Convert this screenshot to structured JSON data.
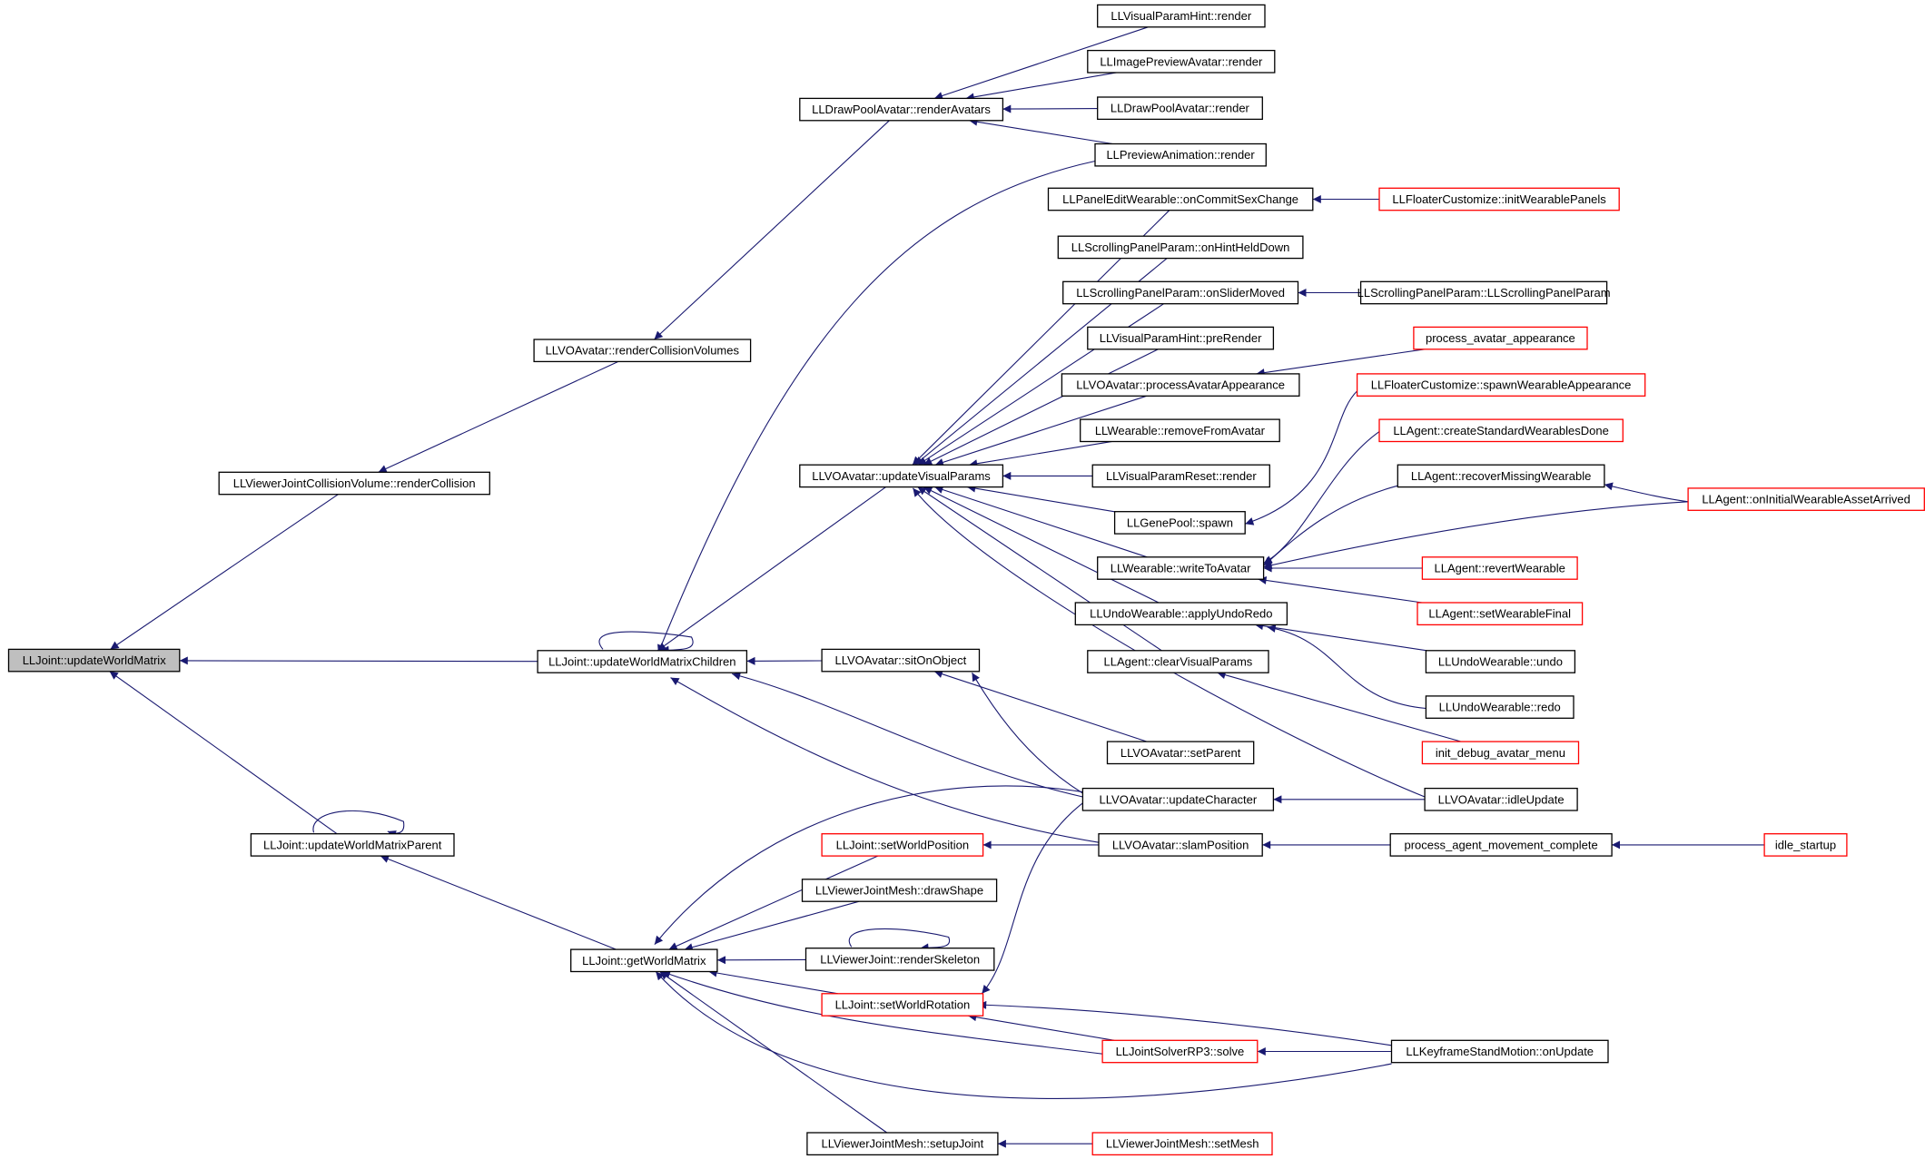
{
  "colors": {
    "edge": "#191970",
    "node_border_default": "#000000",
    "node_border_truncated": "#ff0000",
    "node_fill_default": "#ffffff",
    "node_fill_root": "#bfbfbf"
  },
  "nodes": [
    {
      "id": "n_root",
      "label": "LLJoint::updateWorldMatrix",
      "style": "root"
    },
    {
      "id": "n_vjcv_render",
      "label": "LLViewerJointCollisionVolume::renderCollision",
      "style": "default"
    },
    {
      "id": "n_uwmp",
      "label": "LLJoint::updateWorldMatrixParent",
      "style": "default"
    },
    {
      "id": "n_rcv",
      "label": "LLVOAvatar::renderCollisionVolumes",
      "style": "default"
    },
    {
      "id": "n_uwmc",
      "label": "LLJoint::updateWorldMatrixChildren",
      "style": "default"
    },
    {
      "id": "n_gwm",
      "label": "LLJoint::getWorldMatrix",
      "style": "default"
    },
    {
      "id": "n_dpa_ra",
      "label": "LLDrawPoolAvatar::renderAvatars",
      "style": "default"
    },
    {
      "id": "n_uvp",
      "label": "LLVOAvatar::updateVisualParams",
      "style": "default"
    },
    {
      "id": "n_soo",
      "label": "LLVOAvatar::sitOnObject",
      "style": "default"
    },
    {
      "id": "n_swp",
      "label": "LLJoint::setWorldPosition",
      "style": "truncated"
    },
    {
      "id": "n_vjm_ds",
      "label": "LLViewerJointMesh::drawShape",
      "style": "default"
    },
    {
      "id": "n_vj_rs",
      "label": "LLViewerJoint::renderSkeleton",
      "style": "default"
    },
    {
      "id": "n_swr",
      "label": "LLJoint::setWorldRotation",
      "style": "truncated"
    },
    {
      "id": "n_vjm_sj",
      "label": "LLViewerJointMesh::setupJoint",
      "style": "default"
    },
    {
      "id": "n_vph_render",
      "label": "LLVisualParamHint::render",
      "style": "default"
    },
    {
      "id": "n_ipa_render",
      "label": "LLImagePreviewAvatar::render",
      "style": "default"
    },
    {
      "id": "n_dpa_render",
      "label": "LLDrawPoolAvatar::render",
      "style": "default"
    },
    {
      "id": "n_pa_render",
      "label": "LLPreviewAnimation::render",
      "style": "default"
    },
    {
      "id": "n_pew_ocsc",
      "label": "LLPanelEditWearable::onCommitSexChange",
      "style": "default"
    },
    {
      "id": "n_spp_ohhd",
      "label": "LLScrollingPanelParam::onHintHeldDown",
      "style": "default"
    },
    {
      "id": "n_spp_osm",
      "label": "LLScrollingPanelParam::onSliderMoved",
      "style": "default"
    },
    {
      "id": "n_vph_pre",
      "label": "LLVisualParamHint::preRender",
      "style": "default"
    },
    {
      "id": "n_vo_paa",
      "label": "LLVOAvatar::processAvatarAppearance",
      "style": "default"
    },
    {
      "id": "n_w_rfa",
      "label": "LLWearable::removeFromAvatar",
      "style": "default"
    },
    {
      "id": "n_vpr_render",
      "label": "LLVisualParamReset::render",
      "style": "default"
    },
    {
      "id": "n_gp_spawn",
      "label": "LLGenePool::spawn",
      "style": "default"
    },
    {
      "id": "n_w_wta",
      "label": "LLWearable::writeToAvatar",
      "style": "default"
    },
    {
      "id": "n_uw_aur",
      "label": "LLUndoWearable::applyUndoRedo",
      "style": "default"
    },
    {
      "id": "n_ag_cvp",
      "label": "LLAgent::clearVisualParams",
      "style": "default"
    },
    {
      "id": "n_vo_sp",
      "label": "LLVOAvatar::setParent",
      "style": "default"
    },
    {
      "id": "n_vo_uc",
      "label": "LLVOAvatar::updateCharacter",
      "style": "default"
    },
    {
      "id": "n_vo_slam",
      "label": "LLVOAvatar::slamPosition",
      "style": "default"
    },
    {
      "id": "n_js_solve",
      "label": "LLJointSolverRP3::solve",
      "style": "truncated"
    },
    {
      "id": "n_vjm_sm",
      "label": "LLViewerJointMesh::setMesh",
      "style": "truncated"
    },
    {
      "id": "n_fc_iwp",
      "label": "LLFloaterCustomize::initWearablePanels",
      "style": "truncated"
    },
    {
      "id": "n_spp_ctor",
      "label": "LLScrollingPanelParam::LLScrollingPanelParam",
      "style": "default"
    },
    {
      "id": "n_paa",
      "label": "process_avatar_appearance",
      "style": "truncated"
    },
    {
      "id": "n_fc_swa",
      "label": "LLFloaterCustomize::spawnWearableAppearance",
      "style": "truncated"
    },
    {
      "id": "n_ag_cswd",
      "label": "LLAgent::createStandardWearablesDone",
      "style": "truncated"
    },
    {
      "id": "n_ag_rmw",
      "label": "LLAgent::recoverMissingWearable",
      "style": "default"
    },
    {
      "id": "n_ag_rw",
      "label": "LLAgent::revertWearable",
      "style": "truncated"
    },
    {
      "id": "n_ag_swf",
      "label": "LLAgent::setWearableFinal",
      "style": "truncated"
    },
    {
      "id": "n_uw_undo",
      "label": "LLUndoWearable::undo",
      "style": "default"
    },
    {
      "id": "n_uw_redo",
      "label": "LLUndoWearable::redo",
      "style": "default"
    },
    {
      "id": "n_idam",
      "label": "init_debug_avatar_menu",
      "style": "truncated"
    },
    {
      "id": "n_vo_iu",
      "label": "LLVOAvatar::idleUpdate",
      "style": "default"
    },
    {
      "id": "n_pamc",
      "label": "process_agent_movement_complete",
      "style": "default"
    },
    {
      "id": "n_ksm_ou",
      "label": "LLKeyframeStandMotion::onUpdate",
      "style": "default"
    },
    {
      "id": "n_ag_oiwaa",
      "label": "LLAgent::onInitialWearableAssetArrived",
      "style": "truncated"
    },
    {
      "id": "n_idle",
      "label": "idle_startup",
      "style": "truncated"
    }
  ],
  "edges": [
    {
      "from": "n_vjcv_render",
      "to": "n_root"
    },
    {
      "from": "n_uwmc",
      "to": "n_root"
    },
    {
      "from": "n_uwmp",
      "to": "n_root"
    },
    {
      "from": "n_rcv",
      "to": "n_vjcv_render"
    },
    {
      "from": "n_uwmp",
      "to": "n_uwmp"
    },
    {
      "from": "n_gwm",
      "to": "n_uwmp"
    },
    {
      "from": "n_dpa_ra",
      "to": "n_rcv"
    },
    {
      "from": "n_uwmc",
      "to": "n_uwmc"
    },
    {
      "from": "n_uvp",
      "to": "n_uwmc"
    },
    {
      "from": "n_soo",
      "to": "n_uwmc"
    },
    {
      "from": "n_pa_render",
      "to": "n_uwmc"
    },
    {
      "from": "n_vo_uc",
      "to": "n_uwmc"
    },
    {
      "from": "n_vo_slam",
      "to": "n_uwmc"
    },
    {
      "from": "n_vph_render",
      "to": "n_dpa_ra"
    },
    {
      "from": "n_ipa_render",
      "to": "n_dpa_ra"
    },
    {
      "from": "n_dpa_render",
      "to": "n_dpa_ra"
    },
    {
      "from": "n_pa_render",
      "to": "n_dpa_ra"
    },
    {
      "from": "n_pew_ocsc",
      "to": "n_uvp"
    },
    {
      "from": "n_spp_ohhd",
      "to": "n_uvp"
    },
    {
      "from": "n_spp_osm",
      "to": "n_uvp"
    },
    {
      "from": "n_vph_pre",
      "to": "n_uvp"
    },
    {
      "from": "n_vo_paa",
      "to": "n_uvp"
    },
    {
      "from": "n_w_rfa",
      "to": "n_uvp"
    },
    {
      "from": "n_vpr_render",
      "to": "n_uvp"
    },
    {
      "from": "n_gp_spawn",
      "to": "n_uvp"
    },
    {
      "from": "n_w_wta",
      "to": "n_uvp"
    },
    {
      "from": "n_uw_aur",
      "to": "n_uvp"
    },
    {
      "from": "n_ag_cvp",
      "to": "n_uvp"
    },
    {
      "from": "n_vo_iu",
      "to": "n_uvp"
    },
    {
      "from": "n_vo_sp",
      "to": "n_soo"
    },
    {
      "from": "n_vo_uc",
      "to": "n_soo"
    },
    {
      "from": "n_vo_uc",
      "to": "n_gwm"
    },
    {
      "from": "n_swp",
      "to": "n_gwm"
    },
    {
      "from": "n_vjm_ds",
      "to": "n_gwm"
    },
    {
      "from": "n_vj_rs",
      "to": "n_gwm"
    },
    {
      "from": "n_vj_rs",
      "to": "n_vj_rs"
    },
    {
      "from": "n_swr",
      "to": "n_gwm"
    },
    {
      "from": "n_js_solve",
      "to": "n_gwm"
    },
    {
      "from": "n_ksm_ou",
      "to": "n_gwm"
    },
    {
      "from": "n_vjm_sj",
      "to": "n_gwm"
    },
    {
      "from": "n_vo_slam",
      "to": "n_swp"
    },
    {
      "from": "n_js_solve",
      "to": "n_swr"
    },
    {
      "from": "n_ksm_ou",
      "to": "n_swr"
    },
    {
      "from": "n_vo_uc",
      "to": "n_swr"
    },
    {
      "from": "n_vjm_sm",
      "to": "n_vjm_sj"
    },
    {
      "from": "n_fc_iwp",
      "to": "n_pew_ocsc"
    },
    {
      "from": "n_spp_ctor",
      "to": "n_spp_osm"
    },
    {
      "from": "n_paa",
      "to": "n_vo_paa"
    },
    {
      "from": "n_fc_swa",
      "to": "n_gp_spawn"
    },
    {
      "from": "n_ag_cswd",
      "to": "n_w_wta"
    },
    {
      "from": "n_ag_rmw",
      "to": "n_w_wta"
    },
    {
      "from": "n_ag_oiwaa",
      "to": "n_w_wta"
    },
    {
      "from": "n_ag_rw",
      "to": "n_w_wta"
    },
    {
      "from": "n_ag_swf",
      "to": "n_w_wta"
    },
    {
      "from": "n_uw_undo",
      "to": "n_uw_aur"
    },
    {
      "from": "n_uw_redo",
      "to": "n_uw_aur"
    },
    {
      "from": "n_idam",
      "to": "n_ag_cvp"
    },
    {
      "from": "n_vo_iu",
      "to": "n_vo_uc"
    },
    {
      "from": "n_pamc",
      "to": "n_vo_slam"
    },
    {
      "from": "n_ksm_ou",
      "to": "n_js_solve"
    },
    {
      "from": "n_ag_oiwaa",
      "to": "n_ag_rmw"
    },
    {
      "from": "n_idle",
      "to": "n_pamc"
    }
  ]
}
